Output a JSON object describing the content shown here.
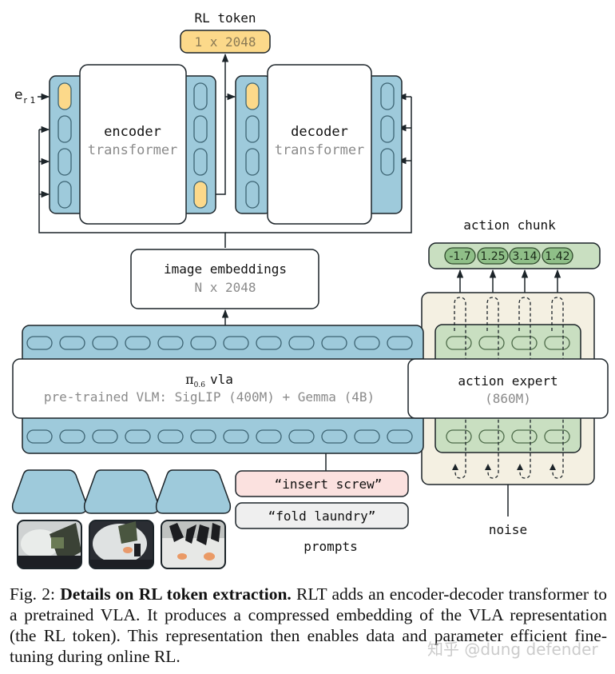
{
  "colors": {
    "blue_fill": "#9ecadb",
    "yellow_fill": "#fcd98a",
    "green_fill": "#c9dfc1",
    "green_dark": "#8fbf88",
    "beige_fill": "#f4f0e2",
    "pink_fill": "#fbe1df",
    "gray_fill": "#efefef",
    "stroke": "#1c2429",
    "muted_text": "#8a8a8a"
  },
  "rl_token": {
    "title": "RL token",
    "shape": "1 x 2048"
  },
  "encoder": {
    "name": "encoder",
    "kind": "transformer",
    "input_label_main": "e",
    "input_label_sub": "r 1",
    "input_slots": 4,
    "output_slots": 4
  },
  "decoder": {
    "name": "decoder",
    "kind": "transformer",
    "input_slots": 4,
    "output_slots": 3
  },
  "image_embeddings": {
    "title": "image embeddings",
    "shape": "N x 2048"
  },
  "vla": {
    "symbol": "π",
    "symbol_sub": "0.6",
    "name": "vla",
    "description": "pre-trained VLM: SigLIP (400M) + Gemma (4B)",
    "token_count_per_row": 12
  },
  "action_expert": {
    "name": "action expert",
    "params": "(860M)",
    "token_count_per_row": 4
  },
  "action_chunk": {
    "title": "action chunk",
    "values": [
      "-1.7",
      "1.25",
      "3.14",
      "1.42"
    ]
  },
  "noise_label": "noise",
  "prompts": {
    "label": "prompts",
    "items": [
      "“insert screw”",
      "“fold laundry”"
    ]
  },
  "camera_images": [
    {
      "name": "camera-view-1"
    },
    {
      "name": "camera-view-2"
    },
    {
      "name": "camera-view-3"
    }
  ],
  "caption": {
    "prefix": "Fig. 2: ",
    "bold": "Details on RL token extraction.",
    "body": " RLT adds an encoder-decoder transformer to a pretrained VLA. It produces a compressed embedding of the VLA representation (the RL token). This representation then enables data and parameter efficient fine-tuning during online RL."
  },
  "watermark": "知乎 @dung defender"
}
